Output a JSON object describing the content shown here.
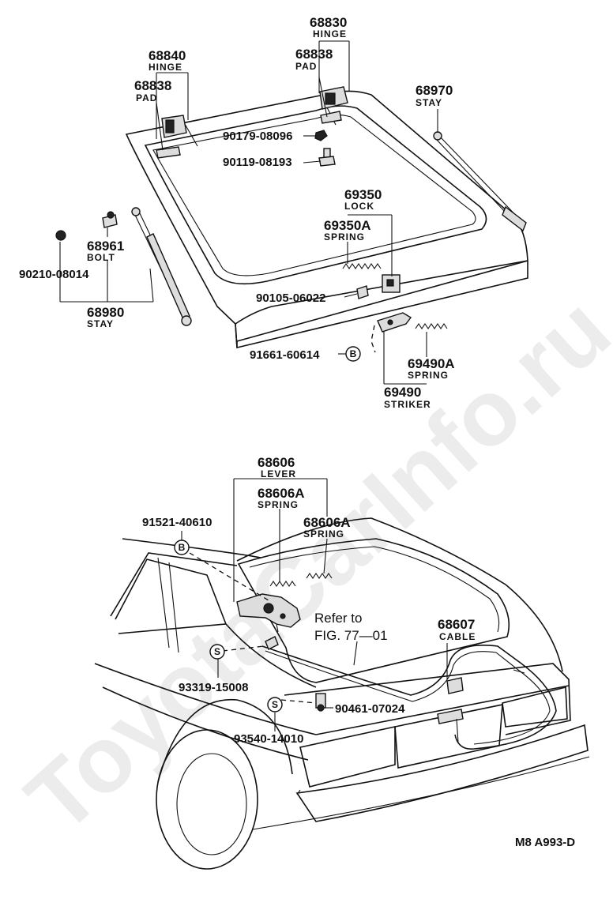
{
  "watermark": "ToyotaCarInfo.ru",
  "diagram_code": "M8 A993-D",
  "refer_note": {
    "line1": "Refer to",
    "line2": "FIG. 77—01"
  },
  "callouts": {
    "hinge_68830": {
      "number": "68830",
      "name": "HINGE"
    },
    "pad_68838_right": {
      "number": "68838",
      "name": "PAD"
    },
    "hinge_68840": {
      "number": "68840",
      "name": "HINGE"
    },
    "pad_68838_left": {
      "number": "68838",
      "name": "PAD"
    },
    "stay_68970": {
      "number": "68970",
      "name": "STAY"
    },
    "nut_90179": {
      "number": "90179-08096"
    },
    "bolt_90119": {
      "number": "90119-08193"
    },
    "lock_69350": {
      "number": "69350",
      "name": "LOCK"
    },
    "spring_69350A": {
      "number": "69350A",
      "name": "SPRING"
    },
    "bolt_68961": {
      "number": "68961",
      "name": "BOLT"
    },
    "nut_90210": {
      "number": "90210-08014"
    },
    "stay_68980": {
      "number": "68980",
      "name": "STAY"
    },
    "screw_90105": {
      "number": "90105-06022"
    },
    "bolt_91661": {
      "number": "91661-60614",
      "marker": "B"
    },
    "spring_69490A": {
      "number": "69490A",
      "name": "SPRING"
    },
    "striker_69490": {
      "number": "69490",
      "name": "STRIKER"
    },
    "lever_68606": {
      "number": "68606",
      "name": "LEVER"
    },
    "spring_68606A_a": {
      "number": "68606A",
      "name": "SPRING"
    },
    "spring_68606A_b": {
      "number": "68606A",
      "name": "SPRING"
    },
    "bolt_91521": {
      "number": "91521-40610",
      "marker": "B"
    },
    "cable_68607": {
      "number": "68607",
      "name": "CABLE"
    },
    "screw_93319": {
      "number": "93319-15008",
      "marker": "S"
    },
    "clip_90461": {
      "number": "90461-07024"
    },
    "screw_93540": {
      "number": "93540-14010",
      "marker": "S"
    }
  }
}
